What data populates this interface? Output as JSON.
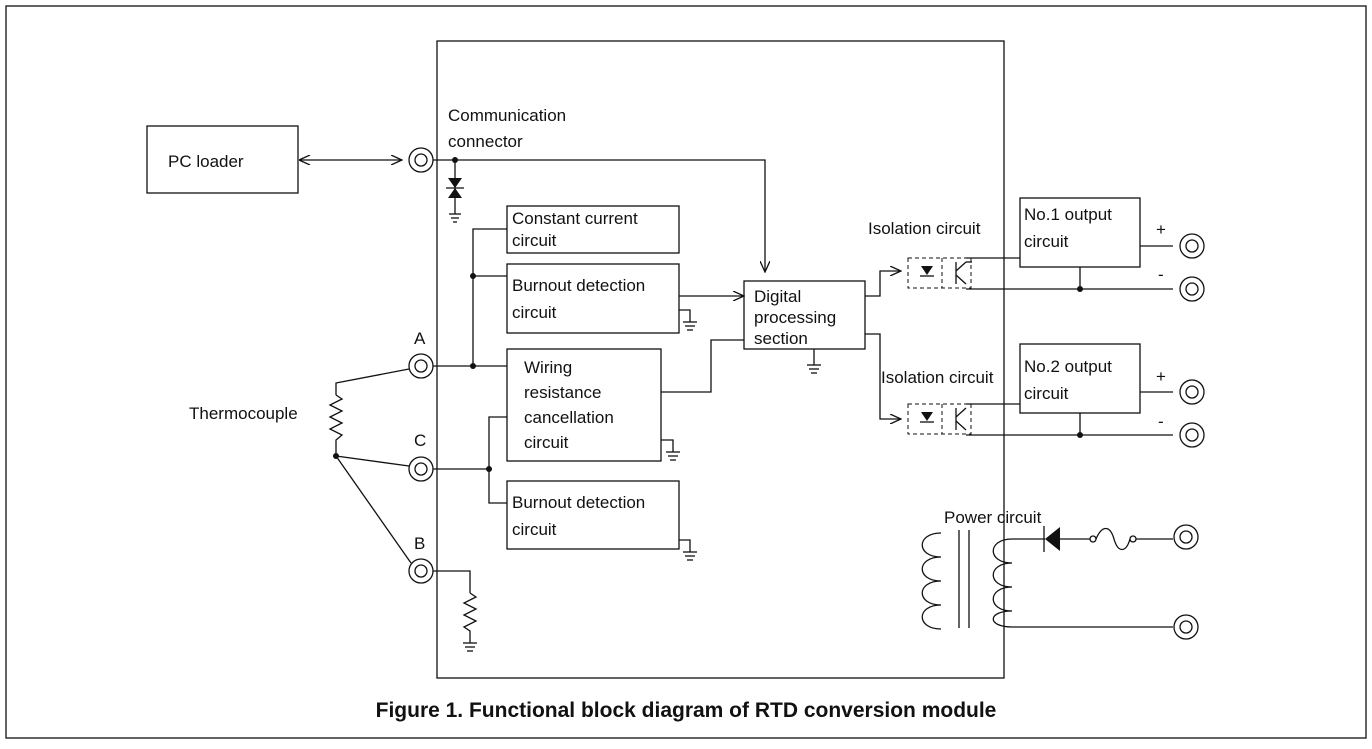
{
  "figure": {
    "caption": "Figure 1. Functional block diagram of RTD conversion module"
  },
  "blocks": {
    "pc_loader": "PC loader",
    "comm_connector": [
      "Communication",
      "connector"
    ],
    "constant_current": [
      "Constant current",
      "circuit"
    ],
    "burnout_detection_1": [
      "Burnout detection",
      "circuit"
    ],
    "wiring_resistance": [
      "Wiring",
      "resistance",
      "cancellation",
      "circuit"
    ],
    "burnout_detection_2": [
      "Burnout detection",
      "circuit"
    ],
    "digital_processing": [
      "Digital",
      "processing",
      "section"
    ],
    "isolation_1": "Isolation circuit",
    "isolation_2": "Isolation circuit",
    "output_1": [
      "No.1 output",
      "circuit"
    ],
    "output_2": [
      "No.2 output",
      "circuit"
    ],
    "power_circuit": "Power circuit"
  },
  "terminals": {
    "a": "A",
    "b": "B",
    "c": "C",
    "plus": "+",
    "minus": "-"
  },
  "sensor": {
    "thermocouple": "Thermocouple"
  }
}
